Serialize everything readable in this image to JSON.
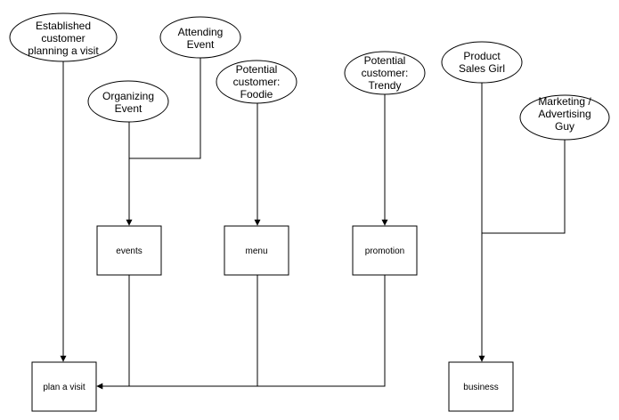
{
  "actors": {
    "established": [
      "Established",
      "customer",
      "planning a visit"
    ],
    "attending": [
      "Attending",
      "Event"
    ],
    "organizing": [
      "Organizing",
      "Event"
    ],
    "foodie": [
      "Potential",
      "customer:",
      "Foodie"
    ],
    "trendy": [
      "Potential",
      "customer:",
      "Trendy"
    ],
    "sales": [
      "Product",
      "Sales Girl"
    ],
    "marketing": [
      "Marketing /",
      "Advertising",
      "Guy"
    ]
  },
  "boxes": {
    "events": "events",
    "menu": "menu",
    "promotion": "promotion",
    "plan_visit": "plan a visit",
    "business": "business"
  },
  "colors": {
    "stroke": "#000000",
    "fill": "#ffffff"
  }
}
